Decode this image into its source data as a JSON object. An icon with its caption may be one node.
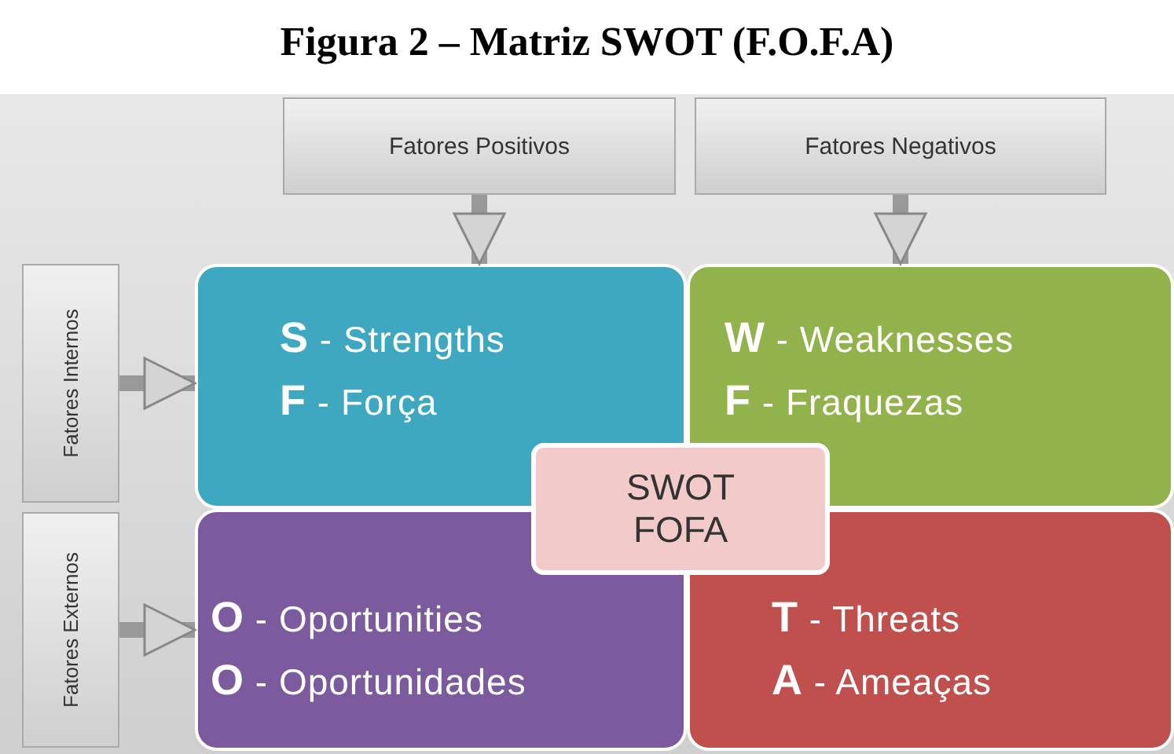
{
  "diagram": {
    "title": "Figura 2 – Matriz SWOT (F.O.F.A)",
    "nodes": [
      {
        "text": [
          "Fatores Positivos"
        ]
      },
      {
        "text": [
          "Fatores Negativos"
        ]
      },
      {
        "text": [
          "Fatores Internos"
        ]
      },
      {
        "text": [
          "Fatores Externos"
        ]
      },
      {
        "text": [
          "**S** - Strengths",
          "**F** - Força"
        ]
      },
      {
        "text": [
          "**W** - Weaknesses",
          "**F** - Fraquezas"
        ]
      },
      {
        "text": [
          "**O** - Oportunities",
          "**O** - Oportunidades"
        ]
      },
      {
        "text": [
          "**T** - Threats",
          "**A** - Ameaças"
        ]
      },
      {
        "text": [
          "SWOT FOFA"
        ]
      }
    ],
    "edges": [
      {
        "from": 0,
        "to": 4,
        "arrow": "to"
      },
      {
        "from": 1,
        "to": 5,
        "arrow": "to"
      },
      {
        "from": 2,
        "to": 4,
        "arrow": "to"
      },
      {
        "from": 3,
        "to": 6,
        "arrow": "to"
      }
    ]
  }
}
